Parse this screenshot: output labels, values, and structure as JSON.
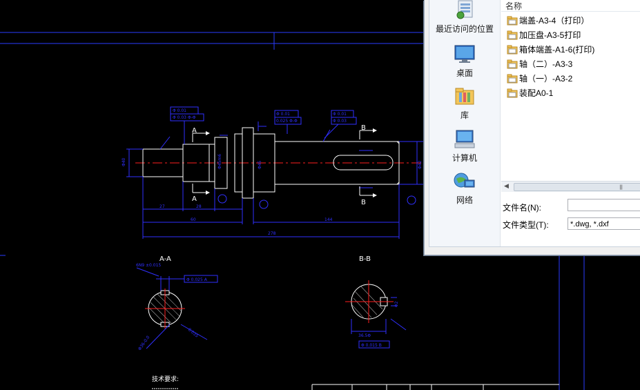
{
  "drawing": {
    "section_a_label": "A-A",
    "section_b_label": "B-B",
    "cut_a": "A",
    "cut_b": "B",
    "tech_req_label": "技术要求:"
  },
  "dialog": {
    "places": [
      {
        "label": "最近访问的位置",
        "icon": "recent-places-icon"
      },
      {
        "label": "桌面",
        "icon": "desktop-icon"
      },
      {
        "label": "库",
        "icon": "library-icon"
      },
      {
        "label": "计算机",
        "icon": "computer-icon"
      },
      {
        "label": "网络",
        "icon": "network-icon"
      }
    ],
    "column_name": "名称",
    "files": [
      {
        "name": "端盖-A3-4（打印）",
        "icon": "dwg-file-icon"
      },
      {
        "name": "加压盘-A3-5打印",
        "icon": "dwg-file-icon"
      },
      {
        "name": "箱体端盖-A1-6(打印)",
        "icon": "dwg-file-icon"
      },
      {
        "name": "轴（二）-A3-3",
        "icon": "dwg-file-icon"
      },
      {
        "name": "轴（一）-A3-2",
        "icon": "dwg-file-icon"
      },
      {
        "name": "装配A0-1",
        "icon": "dwg-file-icon"
      }
    ],
    "filename_label": "文件名(N):",
    "filename_value": "",
    "filetype_label": "文件类型(T):",
    "filetype_value": "*.dwg, *.dxf"
  },
  "colors": {
    "cad_background": "#000000",
    "cad_line": "#ffffff",
    "dimension": "#3030ff",
    "centerline": "#ff2020",
    "frame": "#2a3cff"
  }
}
